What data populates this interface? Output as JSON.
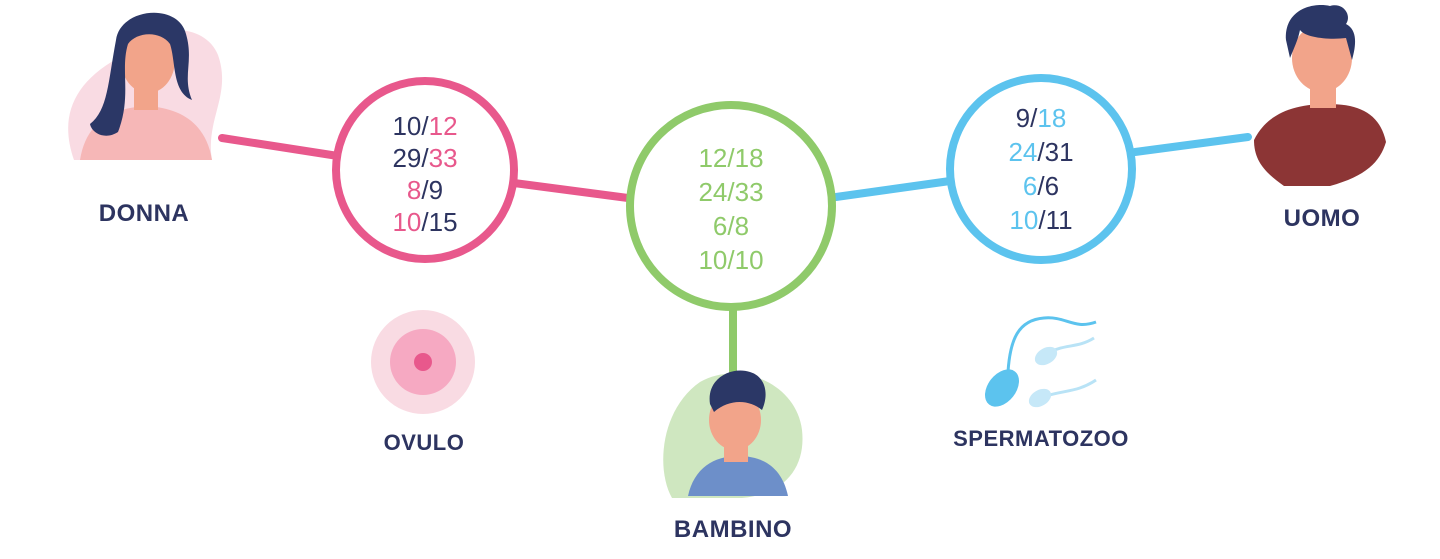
{
  "labels": {
    "woman": "DONNA",
    "man": "UOMO",
    "child": "BAMBINO",
    "egg": "OVULO",
    "sperm": "SPERMATOZOO"
  },
  "circles": {
    "woman": [
      {
        "a": "10",
        "b": "12",
        "hl": "b"
      },
      {
        "a": "29",
        "b": "33",
        "hl": "b"
      },
      {
        "a": "8",
        "b": "9",
        "hl": "a"
      },
      {
        "a": "10",
        "b": "15",
        "hl": "a"
      }
    ],
    "child": [
      {
        "a": "12",
        "b": "18",
        "hl": "all"
      },
      {
        "a": "24",
        "b": "33",
        "hl": "all"
      },
      {
        "a": "6",
        "b": "8",
        "hl": "all"
      },
      {
        "a": "10",
        "b": "10",
        "hl": "all"
      }
    ],
    "man": [
      {
        "a": "9",
        "b": "18",
        "hl": "b"
      },
      {
        "a": "24",
        "b": "31",
        "hl": "a"
      },
      {
        "a": "6",
        "b": "6",
        "hl": "a"
      },
      {
        "a": "10",
        "b": "11",
        "hl": "a"
      }
    ]
  },
  "colors": {
    "dark": "#2d3460",
    "pink": "#e8588c",
    "green": "#8fca6a",
    "blue": "#5cc3ee",
    "skin": "#f2a48a",
    "hair": "#2b3766",
    "man_shirt": "#8c3535",
    "child_shirt": "#6d8fc9",
    "woman_shirt": "#f5b8b8"
  }
}
